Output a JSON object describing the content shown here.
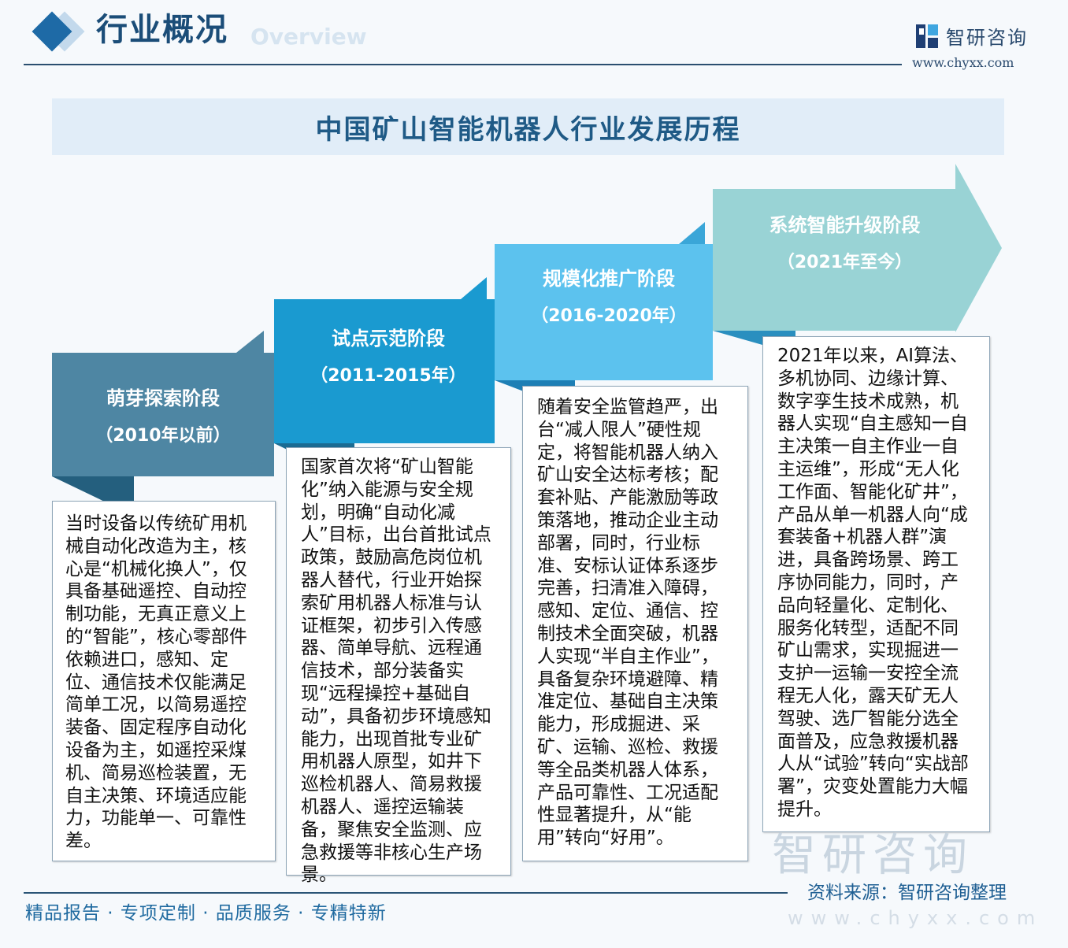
{
  "header": {
    "title": "行业概况",
    "subtitle": "Overview",
    "brand_name": "智研咨询",
    "brand_url": "www.chyxx.com"
  },
  "chart_title": "中国矿山智能机器人行业发展历程",
  "stages": [
    {
      "name": "萌芽探索阶段",
      "period": "（2010年以前）",
      "color": "#4e86a3",
      "text": "当时设备以传统矿用机械自动化改造为主，核心是“机械化换人”，仅具备基础遥控、自动控制功能，无真正意义上的“智能”，核心零部件依赖进口，感知、定位、通信技术仅能满足简单工况，以简易遥控装备、固定程序自动化设备为主，如遥控采煤机、简易巡检装置，无自主决策、环境适应能力，功能单一、可靠性差。"
    },
    {
      "name": "试点示范阶段",
      "period": "（2011-2015年）",
      "color": "#1a9ad0",
      "text": "国家首次将“矿山智能化”纳入能源与安全规划，明确“自动化减人”目标，出台首批试点政策，鼓励高危岗位机器人替代，行业开始探索矿用机器人标准与认证框架，初步引入传感器、简单导航、远程通信技术，部分装备实现“远程操控+基础自动”，具备初步环境感知能力，出现首批专业矿用机器人原型，如井下巡检机器人、简易救援机器人、遥控运输装备，聚焦安全监测、应急救援等非核心生产场景。"
    },
    {
      "name": "规模化推广阶段",
      "period": "（2016-2020年）",
      "color": "#5cc2ee",
      "text": "随着安全监管趋严，出台“减人限人”硬性规定，将智能机器人纳入矿山安全达标考核；配套补贴、产能激励等政策落地，推动企业主动部署，同时，行业标准、安标认证体系逐步完善，扫清准入障碍，感知、定位、通信、控制技术全面突破，机器人实现“半自主作业”，具备复杂环境避障、精准定位、基础自主决策能力，形成掘进、采矿、运输、巡检、救援等全品类机器人体系，产品可靠性、工况适配性显著提升，从“能用”转向“好用”。"
    },
    {
      "name": "系统智能升级阶段",
      "period": "（2021年至今）",
      "color": "#99d3d5",
      "text": "2021年以来，AI算法、多机协同、边缘计算、数字孪生技术成熟，机器人实现“自主感知一自主决策一自主作业一自主运维”，形成“无人化工作面、智能化矿井”，产品从单一机器人向“成套装备+机器人群”演进，具备跨场景、跨工序协同能力，同时，产品向轻量化、定制化、服务化转型，适配不同矿山需求，实现掘进一支护一运输一安控全流程无人化，露天矿无人驾驶、选厂智能分选全面普及，应急救援机器人从“试验”转向“实战部署”，灾变处置能力大幅提升。"
    }
  ],
  "footer": {
    "slogan": "精品报告 · 专项定制 · 品质服务 · 专精特新",
    "source": "资料来源：智研咨询整理",
    "watermark": "智研咨询",
    "watermark_url": "www.chyxx.com"
  }
}
